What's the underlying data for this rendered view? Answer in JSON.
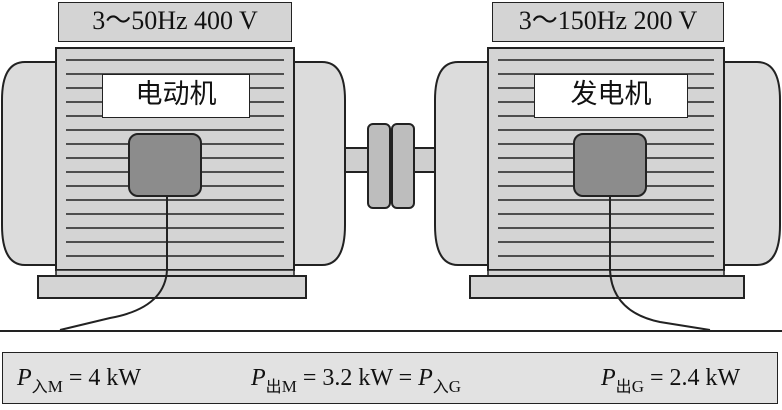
{
  "motor": {
    "rating": "3～50Hz 400 V",
    "name": "电动机"
  },
  "generator": {
    "rating": "3～150Hz 200 V",
    "name": "发电机"
  },
  "formulas": {
    "p_in_motor": {
      "symbol": "P",
      "sub_cjk": "入",
      "sub_latin": "M",
      "rest": "= 4 kW"
    },
    "p_out_motor": {
      "symbol": "P",
      "sub_cjk": "出",
      "sub_latin": "M",
      "rest": "= 3.2 kW = ",
      "symbol2": "P",
      "sub2_cjk": "入",
      "sub2_latin": "G"
    },
    "p_out_generator": {
      "symbol": "P",
      "sub_cjk": "出",
      "sub_latin": "G",
      "rest": "= 2.4 kW"
    }
  },
  "colors": {
    "housing": "#d4d4d4",
    "end_cap": "#dcdcdc",
    "terminal_box": "#8c8c8c",
    "outline": "#222222"
  }
}
